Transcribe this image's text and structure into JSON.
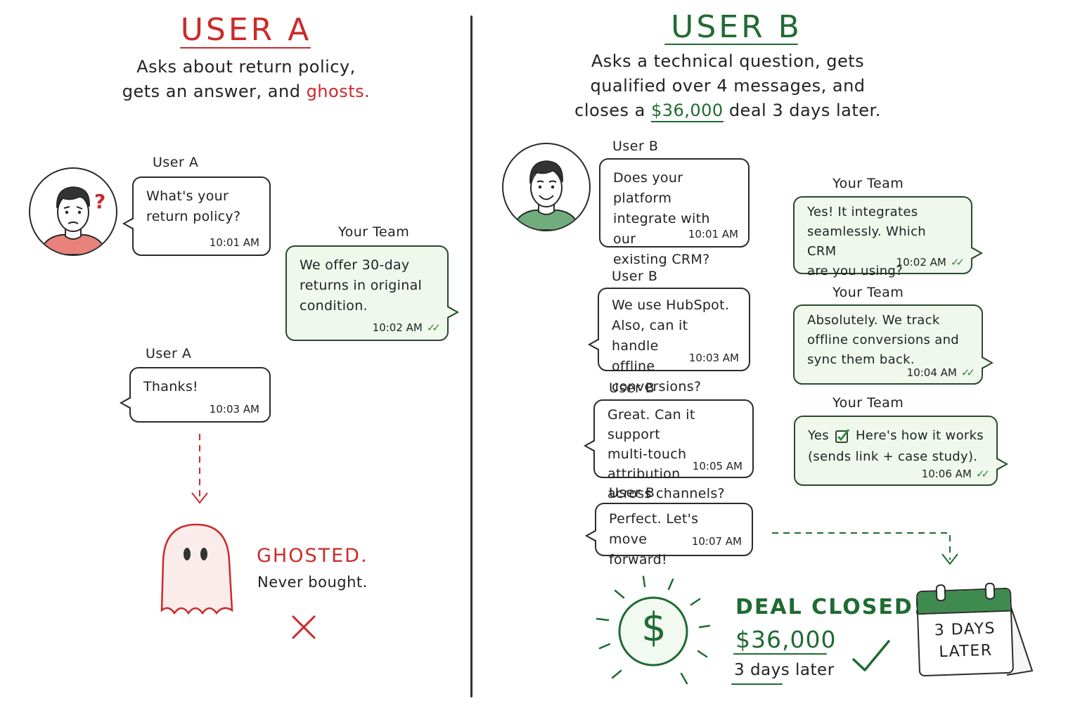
{
  "user_a": {
    "title": "USER A",
    "subtitle_line1": "Asks about return policy,",
    "subtitle_line2_pre": "gets an answer, and ",
    "subtitle_line2_highlight": "ghosts.",
    "messages": [
      {
        "sender": "User A",
        "text_lines": [
          "What's your",
          "return policy?"
        ],
        "time": "10:01 AM"
      },
      {
        "sender": "Your Team",
        "text_lines": [
          "We offer 30-day",
          "returns in original",
          "condition."
        ],
        "time": "10:02 AM"
      },
      {
        "sender": "User A",
        "text_lines": [
          "Thanks!"
        ],
        "time": "10:03 AM"
      }
    ],
    "avatar_mark": "?",
    "outcome_title": "GHOSTED.",
    "outcome_text": "Never bought.",
    "outcome_icon": "x-icon"
  },
  "user_b": {
    "title": "USER B",
    "subtitle_line1": "Asks a technical question, gets",
    "subtitle_line2": "qualified over 4 messages, and",
    "subtitle_line3_pre": "closes a ",
    "subtitle_line3_amount": "$36,000",
    "subtitle_line3_post": " deal 3 days later.",
    "user_messages": [
      {
        "sender": "User B",
        "text_lines": [
          "Does your platform",
          "integrate with our",
          "existing CRM?"
        ],
        "time": "10:01 AM"
      },
      {
        "sender": "User B",
        "text_lines": [
          "We use HubSpot.",
          "Also, can it handle",
          "offline conversions?"
        ],
        "time": "10:03 AM"
      },
      {
        "sender": "User B",
        "text_lines": [
          "Great. Can it support",
          "multi-touch attribution",
          "across channels?"
        ],
        "time": "10:05 AM"
      },
      {
        "sender": "User B",
        "text_lines": [
          "Perfect. Let's move",
          "forward!"
        ],
        "time": "10:07 AM"
      }
    ],
    "team_messages": [
      {
        "sender": "Your Team",
        "text_lines": [
          "Yes! It integrates",
          "seamlessly. Which CRM",
          "are you using?"
        ],
        "time": "10:02 AM"
      },
      {
        "sender": "Your Team",
        "text_lines": [
          "Absolutely. We track",
          "offline conversions and",
          "sync them back."
        ],
        "time": "10:04 AM"
      },
      {
        "sender": "Your Team",
        "text_lines_pre": "Yes",
        "text_lines_post": "Here's how it works",
        "text_line2": "(sends link + case study).",
        "time": "10:06 AM"
      }
    ],
    "deal_title": "DEAL CLOSED!",
    "deal_amount": "$36,000",
    "deal_days": "3 days later",
    "calendar_line1": "3 DAYS",
    "calendar_line2": "LATER",
    "money_symbol": "$"
  },
  "colors": {
    "red": "#cc2a2a",
    "green": "#1f6b32",
    "team_bubble_bg": "#f0f8ee"
  }
}
